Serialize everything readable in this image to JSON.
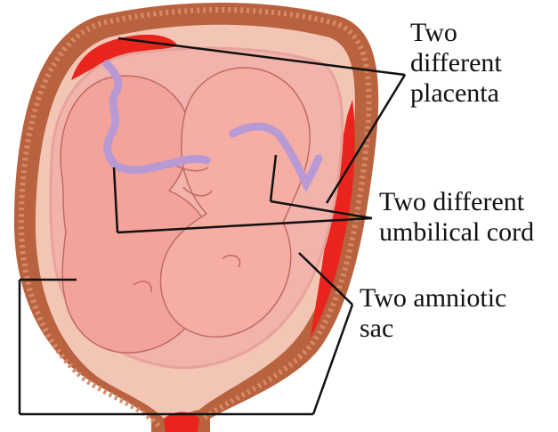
{
  "labels": {
    "placenta": [
      "Two",
      "different",
      "placenta"
    ],
    "cord": [
      "Two different",
      "umbilical cord"
    ],
    "sac": [
      "Two amniotic",
      "sac"
    ]
  },
  "colors": {
    "uterus_wall": "#b8623f",
    "uterus_texture": "#d68a68",
    "uterus_inner": "#f2c5b4",
    "placenta": "#e8241c",
    "sac_fill": "#f2b3ad",
    "fetus": "#f4a39b",
    "fetus_outline": "#c06a62",
    "cord": "#b79ad4",
    "leader_lines": "#111111"
  }
}
